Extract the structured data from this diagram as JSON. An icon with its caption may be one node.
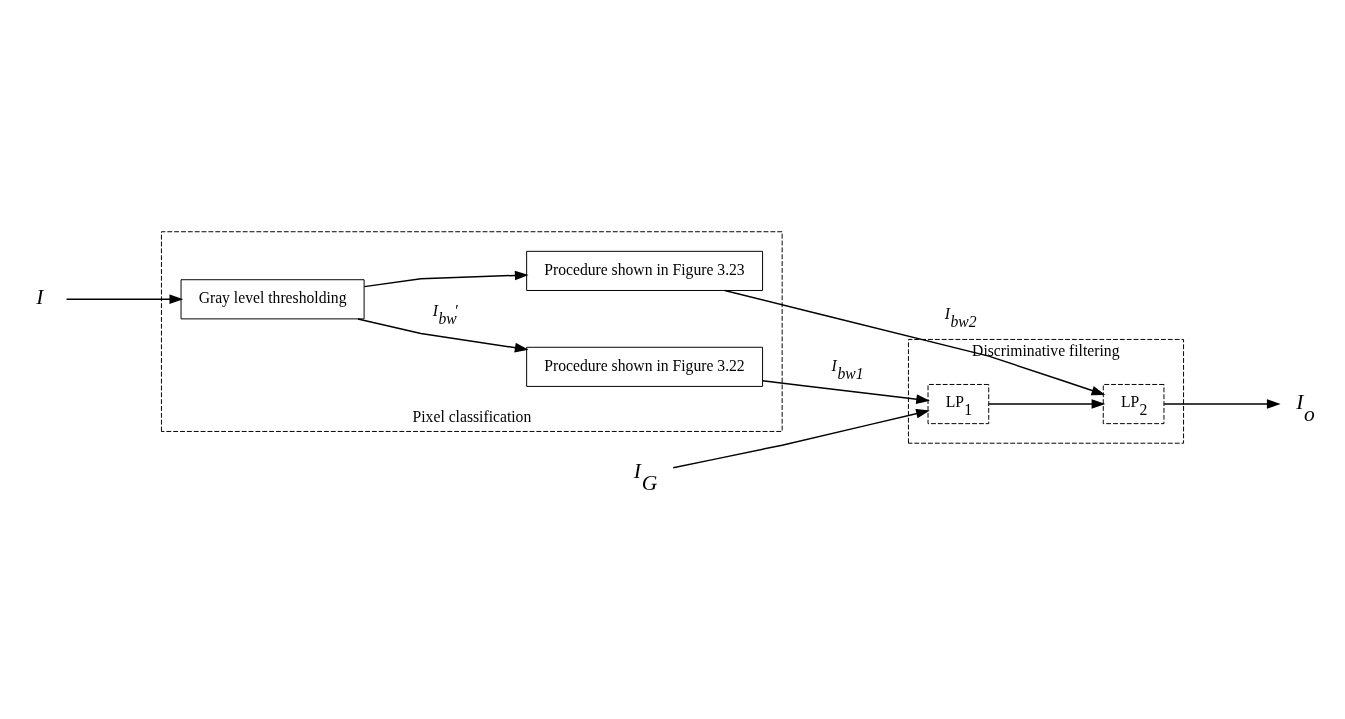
{
  "diagram": {
    "nodes": [
      {
        "text": [
          "Discriminative filtering"
        ]
      },
      {
        "text": [
          "LP$_{1}$"
        ],
        "in": 0
      },
      {
        "text": [
          "LP$_{2}$"
        ],
        "in": 0
      },
      {
        "text": [
          "I$_{G}$"
        ]
      },
      {
        "text": [
          "I$_{o}$"
        ]
      },
      {
        "text": [
          "Pixel classification"
        ]
      },
      {
        "text": [
          "I"
        ]
      },
      {
        "text": [
          "Gray level thresholding"
        ],
        "in": 5
      },
      {
        "text": [
          "Procedure shown in Figure 3.22"
        ],
        "in": 5
      },
      {
        "text": [
          "Procedure shown in Figure 3.23"
        ],
        "in": 5
      }
    ],
    "edges": [
      {
        "from": 3,
        "to": 1,
        "arrow": "to"
      },
      {
        "from": 1,
        "to": 2,
        "arrow": "to"
      },
      {
        "from": 2,
        "to": 4,
        "arrow": "to"
      },
      {
        "from": 6,
        "to": 7,
        "arrow": "to"
      },
      {
        "from": 7,
        "to": 8,
        "arrow": "to",
        "label": "I$_{bw}$′"
      },
      {
        "from": 7,
        "to": 9,
        "arrow": "to"
      },
      {
        "from": 8,
        "to": 1,
        "arrow": "to",
        "label": "I$_{bw1}$"
      },
      {
        "from": 9,
        "to": 2,
        "arrow": "to",
        "label": "I$_{bw2}$"
      }
    ]
  }
}
